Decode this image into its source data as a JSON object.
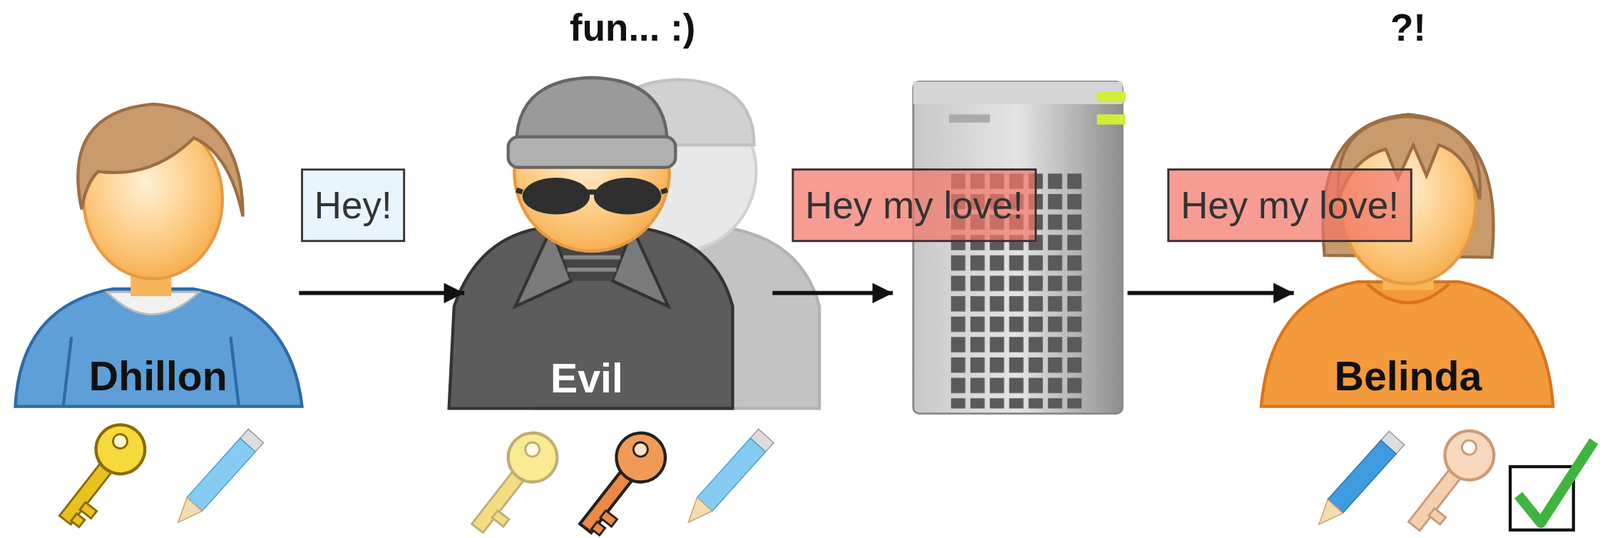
{
  "diagram": {
    "nodes": [
      {
        "text": [
          "Dhillon"
        ]
      },
      {
        "text": [
          "fun... :)",
          "Evil"
        ]
      },
      {
        "text": []
      },
      {
        "text": [
          "?!",
          "Belinda"
        ]
      }
    ],
    "edges": [
      {
        "from": 0,
        "to": 1,
        "arrow": "to",
        "label": "Hey!"
      },
      {
        "from": 1,
        "to": 2,
        "arrow": "to",
        "label": "Hey my love!"
      },
      {
        "from": 2,
        "to": 3,
        "arrow": "to",
        "label": "Hey my love!"
      }
    ]
  }
}
